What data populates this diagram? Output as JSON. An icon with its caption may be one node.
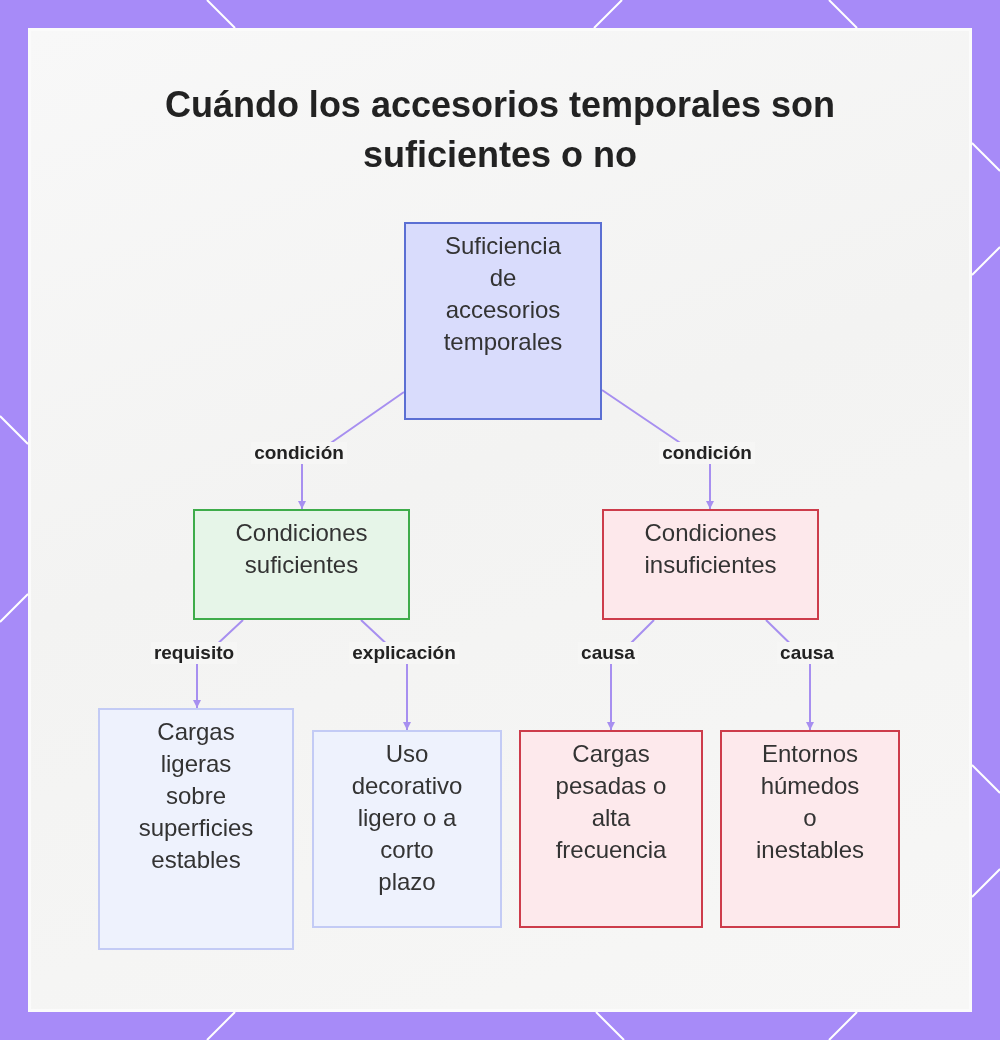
{
  "diagram": {
    "title": "Cuándo los accesorios temporales son suficientes o no",
    "nodes": [
      {
        "text": [
          "Suficiencia de accesorios temporales"
        ]
      },
      {
        "text": [
          "Condiciones suficientes"
        ]
      },
      {
        "text": [
          "Condiciones insuficientes"
        ]
      },
      {
        "text": [
          "Cargas ligeras sobre superficies estables"
        ]
      },
      {
        "text": [
          "Uso decorativo ligero o a corto plazo"
        ]
      },
      {
        "text": [
          "Cargas pesadas o alta frecuencia"
        ]
      },
      {
        "text": [
          "Entornos húmedos o inestables"
        ]
      }
    ],
    "edges": [
      {
        "from": 0,
        "to": 1,
        "arrow": "to",
        "label": "condición"
      },
      {
        "from": 0,
        "to": 2,
        "arrow": "to",
        "label": "condición"
      },
      {
        "from": 1,
        "to": 3,
        "arrow": "to",
        "label": "requisito"
      },
      {
        "from": 1,
        "to": 4,
        "arrow": "to",
        "label": "explicación"
      },
      {
        "from": 2,
        "to": 5,
        "arrow": "to",
        "label": "causa"
      },
      {
        "from": 2,
        "to": 6,
        "arrow": "to",
        "label": "causa"
      }
    ]
  }
}
